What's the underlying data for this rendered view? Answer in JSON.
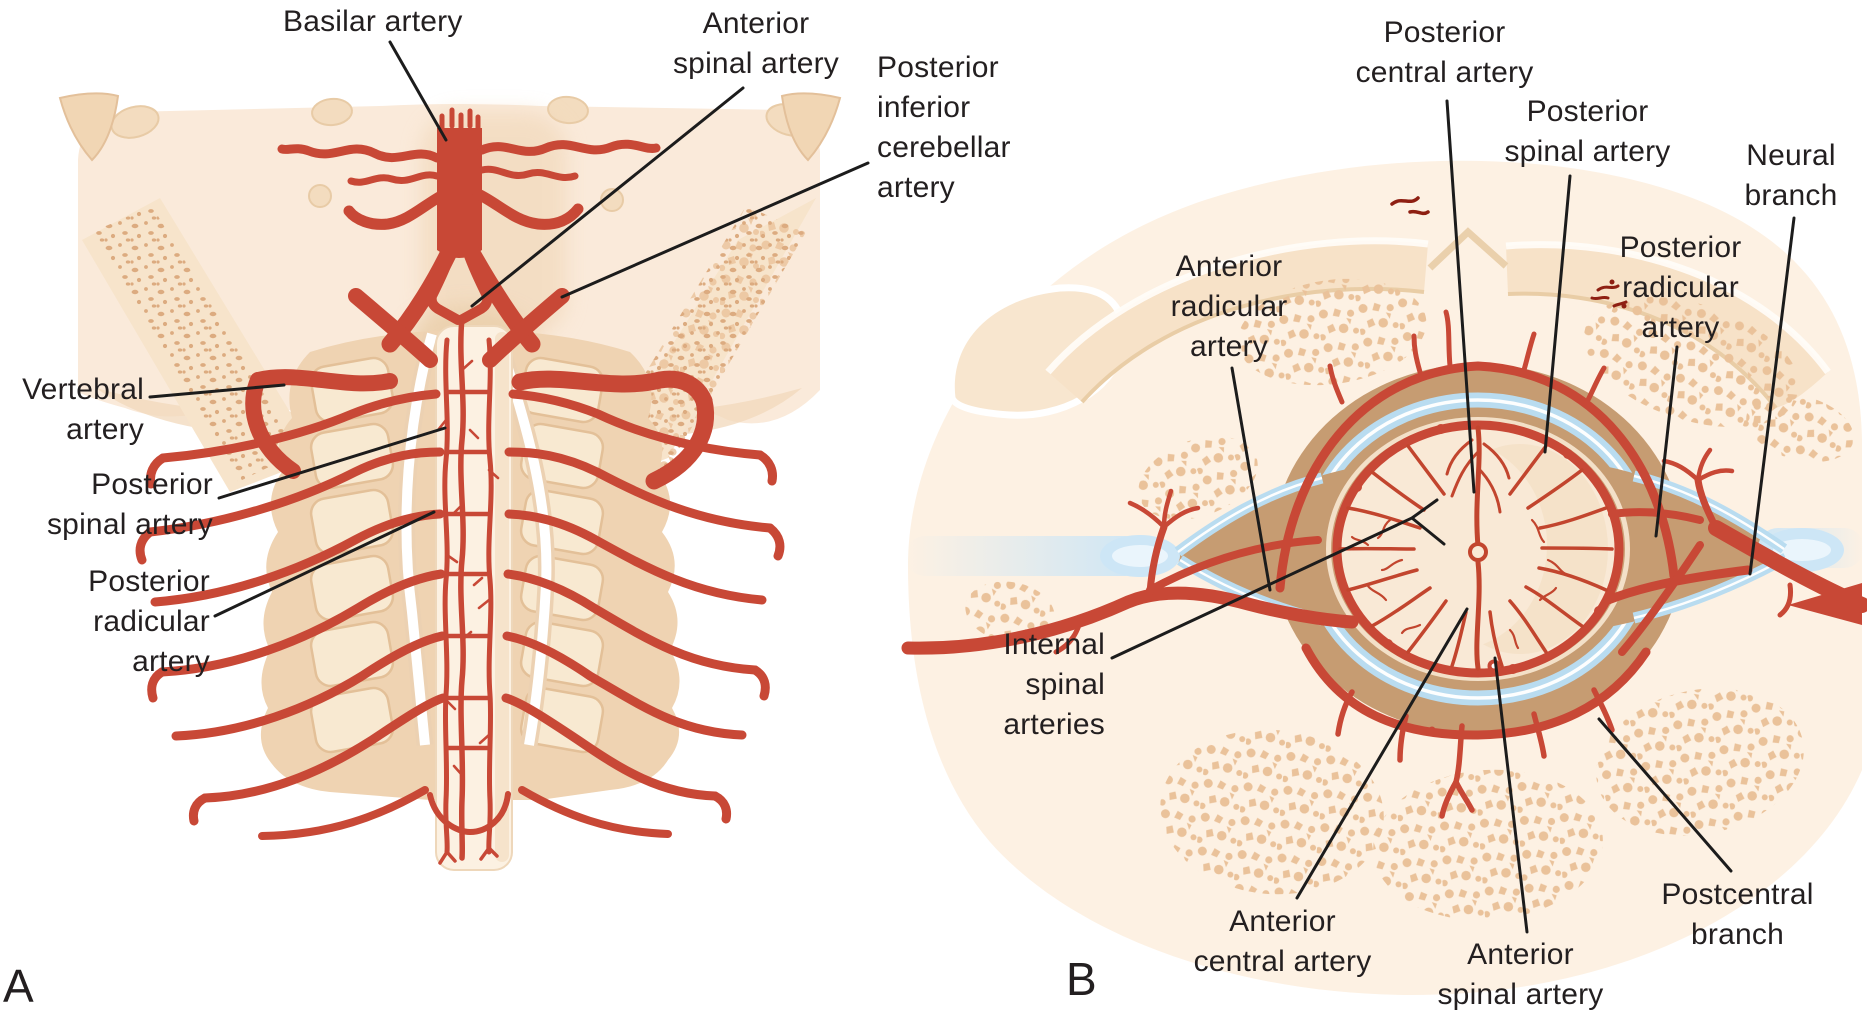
{
  "figure": {
    "type": "anatomical-diagram",
    "subject": "Arterial supply of the spinal cord",
    "panelA": {
      "letter": "A",
      "view": "posterior view of brainstem and cervical spinal cord",
      "labels": {
        "basilar": "Basilar artery",
        "anterior_spinal": "Anterior\nspinal artery",
        "posterior_inferior_cerebellar": "Posterior\ninferior\ncerebellar\nartery",
        "vertebral": "Vertebral\nartery",
        "posterior_spinal": "Posterior\nspinal artery",
        "posterior_radicular": "Posterior\nradicular\nartery"
      }
    },
    "panelB": {
      "letter": "B",
      "view": "cross-section of spinal cord in vertebral canal",
      "labels": {
        "posterior_central": "Posterior\ncentral artery",
        "posterior_spinal": "Posterior\nspinal artery",
        "neural_branch": "Neural\nbranch",
        "posterior_radicular": "Posterior\nradicular\nartery",
        "anterior_radicular": "Anterior\nradicular\nartery",
        "internal_spinal": "Internal\nspinal\narteries",
        "anterior_central": "Anterior\ncentral artery",
        "anterior_spinal": "Anterior\nspinal artery",
        "postcentral": "Postcentral\nbranch"
      }
    },
    "colors": {
      "artery_red": "#c84836",
      "artery_dark": "#8e1f12",
      "bone_cream": "#fdf1e3",
      "bone_shade": "#f3dcc0",
      "bone_speckle": "#e5b98e",
      "dura_brown": "#c69c72",
      "csf_blue": "#b9dcf0",
      "cord_cream": "#f9e9d6",
      "label_text": "#231f20",
      "pointer_line": "#1c1c1c",
      "background": "#ffffff"
    }
  }
}
